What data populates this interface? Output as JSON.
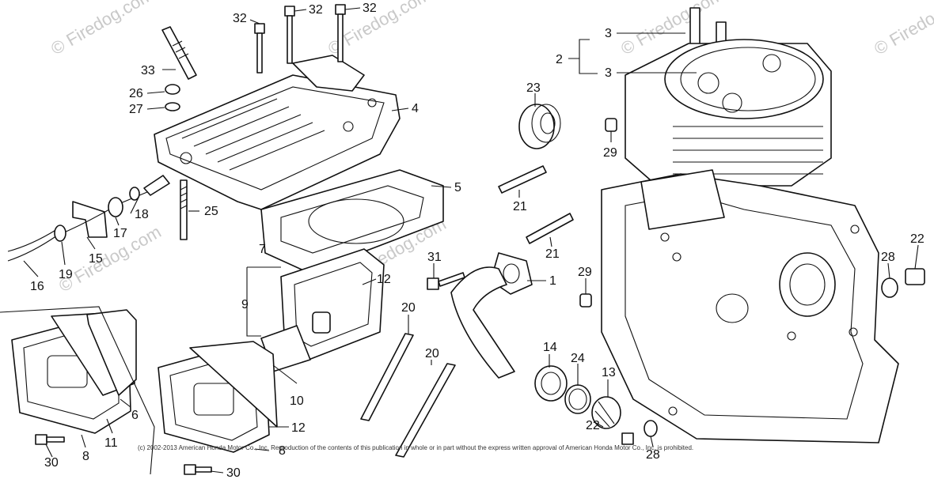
{
  "watermark": "© Firedog.com",
  "copyright": "(c) 2002-2013 American Honda Motor Co., Inc. Reproduction of the contents of this publication in whole or in part without the express written approval of American Honda Motor Co., Inc. is prohibited.",
  "callouts": {
    "p1": "1",
    "p2": "2",
    "p3a": "3",
    "p3b": "3",
    "p4": "4",
    "p5": "5",
    "p6": "6",
    "p7": "7",
    "p8a": "8",
    "p8b": "8",
    "p9": "9",
    "p10": "10",
    "p11": "11",
    "p12a": "12",
    "p12b": "12",
    "p13": "13",
    "p14": "14",
    "p15": "15",
    "p16": "16",
    "p17": "17",
    "p18": "18",
    "p19": "19",
    "p20a": "20",
    "p20b": "20",
    "p21a": "21",
    "p21b": "21",
    "p22a": "22",
    "p22b": "22",
    "p23": "23",
    "p24": "24",
    "p25": "25",
    "p26": "26",
    "p27": "27",
    "p28a": "28",
    "p28b": "28",
    "p29a": "29",
    "p29b": "29",
    "p30a": "30",
    "p30b": "30",
    "p31": "31",
    "p32a": "32",
    "p32b": "32",
    "p32c": "32",
    "p33": "33"
  }
}
